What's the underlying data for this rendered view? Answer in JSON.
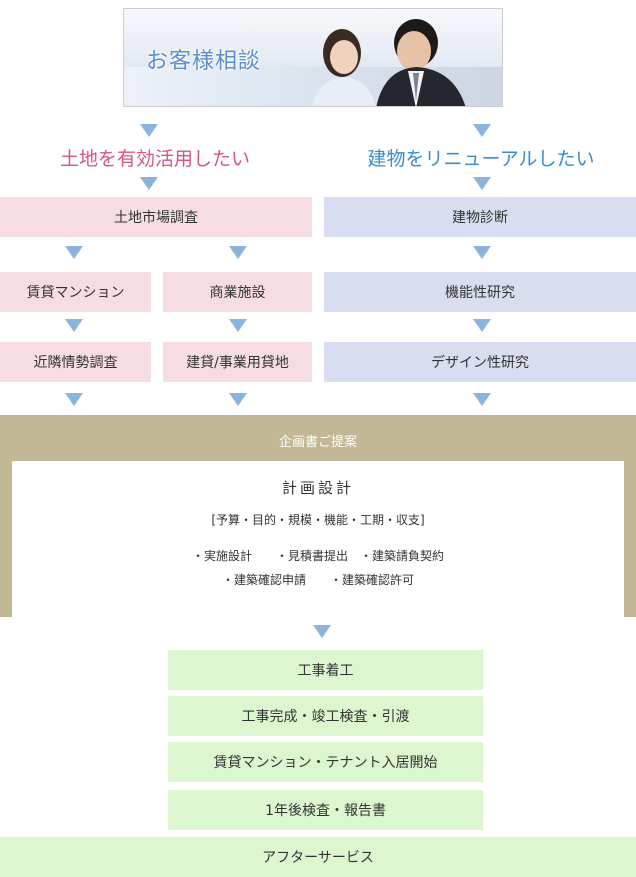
{
  "banner": {
    "title": "お客様相談"
  },
  "left": {
    "heading": "土地を有効活用したい",
    "survey": "土地市場調査",
    "rental": "賃貸マンション",
    "commercial": "商業施設",
    "neighborhood": "近隣情勢調査",
    "lease": "建貸/事業用貸地"
  },
  "right": {
    "heading": "建物をリニューアルしたい",
    "diagnosis": "建物診断",
    "function": "機能性研究",
    "design": "デザイン性研究"
  },
  "proposal": {
    "label": "企画書ご提案",
    "title": "計画設計",
    "subtitle": "[予算・目的・規模・機能・工期・収支]",
    "line1": "・実施設計　　・見積書提出　・建築請負契約",
    "line2": "・建築確認申請　　・建築確認許可"
  },
  "steps": [
    "工事着工",
    "工事完成・竣工検査・引渡",
    "賃貸マンション・テナント入居開始",
    "1年後検査・報告書"
  ],
  "after_service": "アフターサービス",
  "colors": {
    "pink_heading": "#d9547f",
    "blue_heading": "#3a8cd0",
    "pink_box": "#f6dde2",
    "lavender_box": "#d8deef",
    "proposal_bg": "#c2b895",
    "green_box": "#dcf7cf",
    "arrow": "#8ab4dc"
  }
}
